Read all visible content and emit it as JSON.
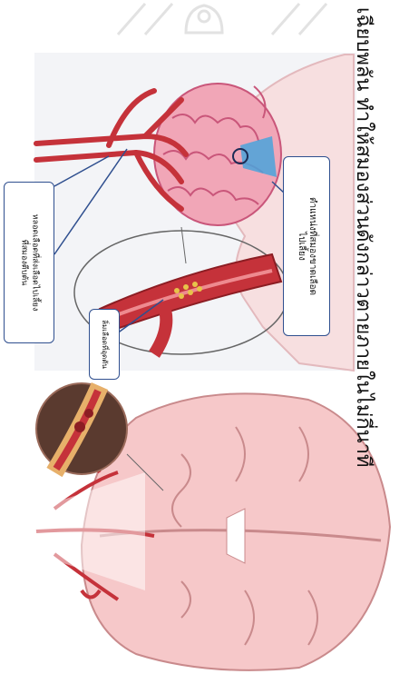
{
  "watermark": {
    "label": "university crest watermark"
  },
  "heading": {
    "text": "เฉียบพลัน ทำให้สมองส่วนดังกล่าวตายภายในไม่กี่นาที"
  },
  "callouts": {
    "brain_region": "ตำแหน่งที่สมองขาดเลือด\nไปเลี้ยง",
    "blood_vessel": "หลอดเลือดที่ส่งเลือดไปเลี้ยง\nที่สมองตีบตัน",
    "clot": "ลิ่มเลือดที่อุดตัน"
  },
  "colors": {
    "artery_red": "#c5323a",
    "brain_pink": "#f1a6b7",
    "ischemia_blue": "#4aa3dc",
    "callout_border": "#2f4f8f"
  },
  "icons": [
    "brain-illustration",
    "artery-cross-section",
    "brain-coronal-section"
  ]
}
